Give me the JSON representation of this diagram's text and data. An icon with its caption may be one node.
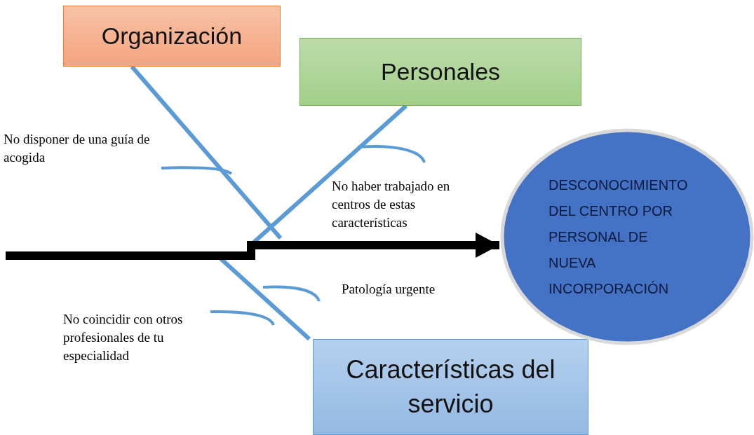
{
  "diagram": {
    "nodes": [
      {
        "text": [
          "Organización"
        ]
      },
      {
        "text": [
          "Personales"
        ]
      },
      {
        "text": [
          "Características del servicio"
        ]
      },
      {
        "text": [
          "DESCONOCIMIENTO DEL CENTRO POR PERSONAL DE NUEVA INCORPORACIÓN"
        ]
      }
    ],
    "edges": [
      {
        "from": 0,
        "to": null,
        "arrow": "none",
        "color": "#5b9bd5"
      },
      {
        "from": 1,
        "to": null,
        "arrow": "none",
        "color": "#5b9bd5"
      },
      {
        "from": 2,
        "to": null,
        "arrow": "none",
        "color": "#5b9bd5"
      },
      {
        "from": null,
        "to": 3,
        "arrow": "to",
        "style": "thick",
        "color": "#000000"
      }
    ],
    "labels": [
      "No disponer de una guía de acogida",
      "No haber trabajado en centros de estas características",
      "Patología urgente",
      "No coincidir con otros profesionales de tu especialidad"
    ]
  }
}
